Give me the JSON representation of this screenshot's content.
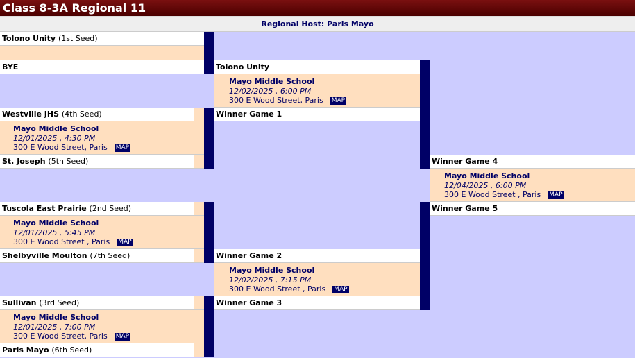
{
  "title": "Class 8-3A Regional 11",
  "host": "Regional Host: Paris Mayo",
  "map_label": "MAP",
  "teams": {
    "t1": {
      "name": "Tolono Unity",
      "seed": "(1st Seed)"
    },
    "bye": {
      "name": "BYE",
      "seed": ""
    },
    "t4": {
      "name": "Westville JHS",
      "seed": "(4th Seed)"
    },
    "t5": {
      "name": "St. Joseph",
      "seed": "(5th Seed)"
    },
    "t2": {
      "name": "Tuscola East Prairie",
      "seed": "(2nd Seed)"
    },
    "t7": {
      "name": "Shelbyville Moulton",
      "seed": "(7th Seed)"
    },
    "t3": {
      "name": "Sullivan",
      "seed": "(3rd Seed)"
    },
    "t6": {
      "name": "Paris Mayo",
      "seed": "(6th Seed)"
    },
    "r2a": {
      "name": "Tolono Unity"
    },
    "w1": {
      "name": "Winner Game 1"
    },
    "w2": {
      "name": "Winner Game 2"
    },
    "w3": {
      "name": "Winner Game 3"
    },
    "w4": {
      "name": "Winner Game 4"
    },
    "w5": {
      "name": "Winner Game 5"
    }
  },
  "games": {
    "g1": {
      "location": "Mayo Middle School",
      "datetime": "12/01/2025 , 4:30 PM",
      "address": "300 E Wood Street, Paris"
    },
    "g2": {
      "location": "Mayo Middle School",
      "datetime": "12/01/2025 , 5:45 PM",
      "address": "300 E Wood Street , Paris"
    },
    "g3": {
      "location": "Mayo Middle School",
      "datetime": "12/01/2025 , 7:00 PM",
      "address": "300 E Wood Street, Paris"
    },
    "g4": {
      "location": "Mayo Middle School",
      "datetime": "12/02/2025 , 6:00 PM",
      "address": "300 E Wood Street, Paris"
    },
    "g5": {
      "location": "Mayo Middle School",
      "datetime": "12/02/2025 , 7:15 PM",
      "address": "300 E Wood Street , Paris"
    },
    "g6": {
      "location": "Mayo Middle School",
      "datetime": "12/04/2025 , 6:00 PM",
      "address": "300 E Wood Street , Paris"
    }
  },
  "colors": {
    "header": "#5a0000",
    "bar": "#000066",
    "peach": "#ffdfbf",
    "background": "#ccccff"
  }
}
